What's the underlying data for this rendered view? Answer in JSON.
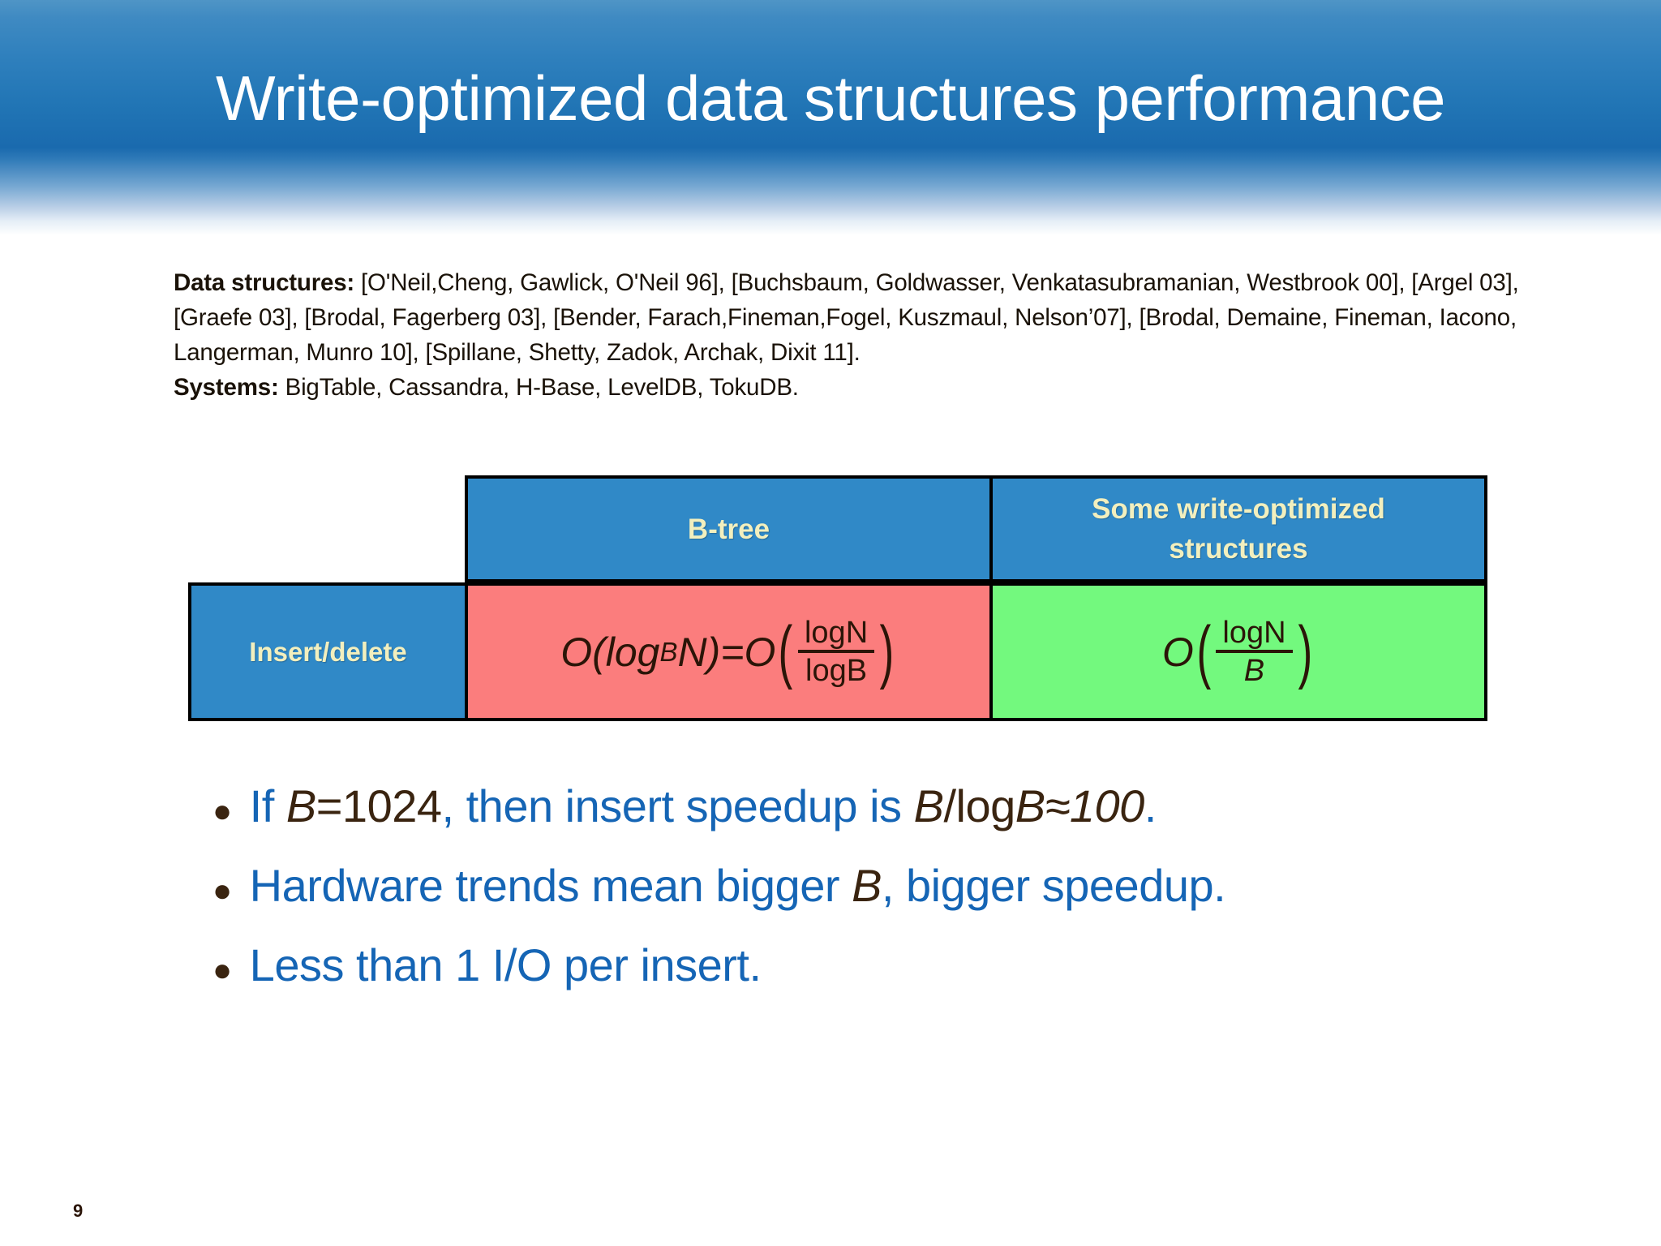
{
  "slide": {
    "title": "Write-optimized data structures performance",
    "page_number": "9"
  },
  "references": {
    "data_structures_label": "Data structures:",
    "data_structures_text": " [O'Neil,Cheng, Gawlick, O'Neil 96], [Buchsbaum, Goldwasser, Venkatasubramanian, Westbrook 00], [Argel 03], [Graefe 03], [Brodal, Fagerberg 03], [Bender, Farach,Fineman,Fogel, Kuszmaul, Nelson’07], [Brodal, Demaine, Fineman, Iacono, Langerman, Munro 10], [Spillane, Shetty, Zadok, Archak, Dixit 11].",
    "systems_label": "Systems:",
    "systems_text": " BigTable, Cassandra, H-Base, LevelDB, TokuDB."
  },
  "table": {
    "headers": {
      "corner": "",
      "btree": "B-tree",
      "write_optimized_line1": "Some write-optimized",
      "write_optimized_line2": "structures"
    },
    "row": {
      "label": "Insert/delete",
      "btree_formula": {
        "lead": "O(log",
        "sub": "B",
        "arg": "N)=O",
        "numerator": "logN",
        "denominator": "logB"
      },
      "write_optimized_formula": {
        "lead": "O",
        "numerator": "logN",
        "denominator": "B"
      }
    },
    "colors": {
      "header_blue": "#3089c7",
      "btree_red": "#fb7d7d",
      "write_optimized_green": "#73f97e",
      "header_text": "#f2efbe",
      "border": "#000000"
    }
  },
  "bullets": [
    {
      "parts": [
        {
          "text": "If ",
          "style": "blue"
        },
        {
          "text": "B",
          "style": "var"
        },
        {
          "text": "=1024",
          "style": "dark"
        },
        {
          "text": ", then insert speedup is ",
          "style": "blue"
        },
        {
          "text": "B",
          "style": "var"
        },
        {
          "text": "/log",
          "style": "dark"
        },
        {
          "text": "B",
          "style": "var"
        },
        {
          "text": "≈100",
          "style": "var"
        },
        {
          "text": ".",
          "style": "blue"
        }
      ]
    },
    {
      "parts": [
        {
          "text": "Hardware trends mean bigger ",
          "style": "blue"
        },
        {
          "text": "B",
          "style": "var"
        },
        {
          "text": ", bigger speedup.",
          "style": "blue"
        }
      ]
    },
    {
      "parts": [
        {
          "text": "Less than 1 I/O per insert.",
          "style": "blue"
        }
      ]
    }
  ],
  "theme": {
    "bullet_blue": "#1565b5",
    "variable_brown": "#3a2410",
    "header_gradient_top": "#4f95c6",
    "header_gradient_mid": "#1a6aae"
  }
}
